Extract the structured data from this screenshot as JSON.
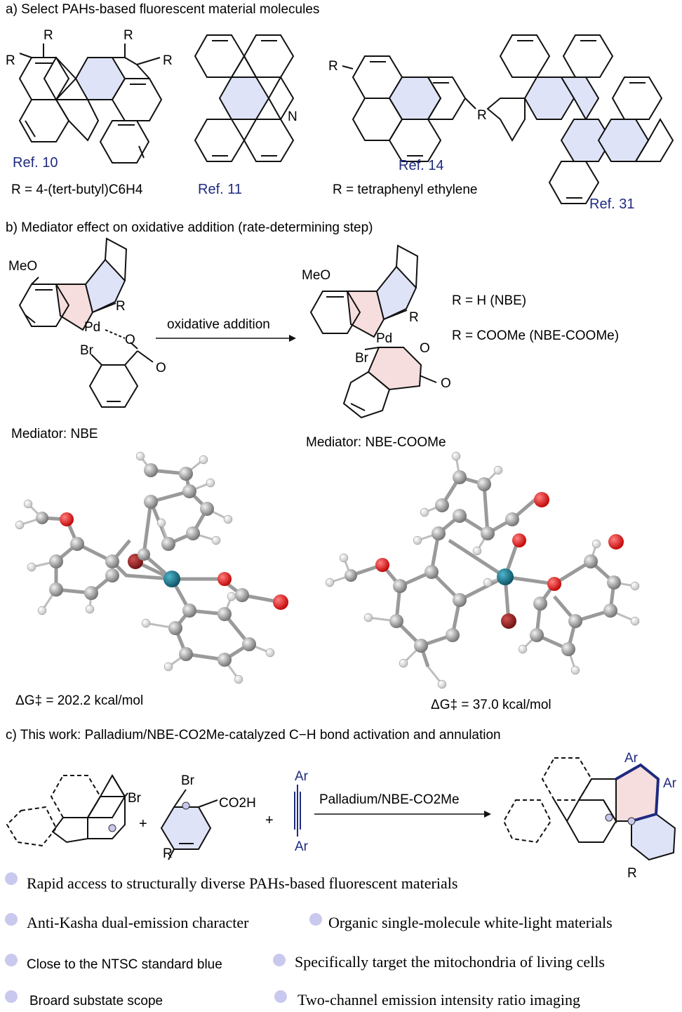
{
  "section_a": {
    "title": "a) Select PAHs-based fluorescent material molecules",
    "r_label": "R",
    "n_label": "N",
    "ref10": "Ref. 10",
    "ref11": "Ref. 11",
    "ref14": "Ref. 14",
    "ref31": "Ref. 31",
    "r_def_1": "R = 4-(tert-butyl)C6H4",
    "r_def_2": "R = tetraphenyl ethylene"
  },
  "section_b": {
    "title": "b) Mediator effect on oxidative addition (rate-determining step)",
    "meo": "MeO",
    "r": "R",
    "pd": "Pd",
    "o": "O",
    "br": "Br",
    "arrow_label": "oxidative addition",
    "r_h": "R = H (NBE)",
    "r_coome": "R = COOMe (NBE-COOMe)",
    "mediator_nbe": "Mediator: NBE",
    "mediator_coome": "Mediator: NBE-COOMe",
    "dg_left": "ΔG‡ = 202.2 kcal/mol",
    "dg_right": "ΔG‡ = 37.0 kcal/mol"
  },
  "section_c": {
    "title": "c) This work: Palladium/NBE-CO2Me-catalyzed C−H bond activation and annulation",
    "br": "Br",
    "co2h": "CO2H",
    "r": "R",
    "ar": "Ar",
    "plus": "+",
    "arrow_label": "Palladium/NBE-CO2Me"
  },
  "bullets": [
    "Rapid access to structurally diverse PAHs-based fluorescent materials",
    "Anti-Kasha dual-emission character",
    "Organic single-molecule white-light materials",
    "Close to the NTSC standard blue",
    "Specifically target the mitochondria of living cells",
    "Broard substate scope",
    "Two-channel emission intensity ratio imaging"
  ],
  "colors": {
    "bond": "#111111",
    "ring_blue": "#dfe3f7",
    "ring_pink": "#f6dede",
    "ref_blue": "#1f2a80",
    "atom_c": "#8a8a8a",
    "atom_h": "#ffffff",
    "atom_o": "#e00000",
    "atom_br": "#9b1b1b",
    "atom_pd": "#0f6f86",
    "bullet": "#c9c9ef"
  }
}
